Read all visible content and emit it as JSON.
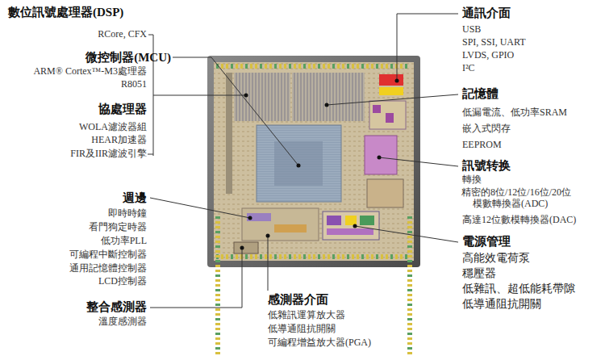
{
  "diagram": {
    "labels": [
      "數位訊號處理器(DSP)",
      "RCore, CFX",
      "微控制器(MCU)",
      "ARM® Cortex™-M3處理器",
      "R8051",
      "協處理器",
      "WOLA濾波器組",
      "HEAR加速器",
      "FIR及IIR濾波引擎",
      "週邊",
      "即時時鐘",
      "看門狗定時器",
      "低功率PLL",
      "可編程中斷控制器",
      "通用記憶體控制器",
      "LCD控制器",
      "整合感測器",
      "溫度感測器",
      "感測器介面",
      "低雜訊運算放大器",
      "低導通阻抗開關",
      "可編程增益放大器(PGA)",
      "通訊介面",
      "USB",
      "SPI, SSI, UART",
      "LVDS, GPIO",
      "I²C",
      "記憶體",
      "低漏電流、低功率SRAM",
      "嵌入式閃存",
      "EEPROM",
      "訊號转换",
      "轉換",
      "精密的8位/12位/16位/20位 模數轉換器(ADC)",
      "高達12位數模轉換器(DAC)",
      "電源管理",
      "高能效電荷泵",
      "穩壓器",
      "低雜訊、超低能耗帶隙",
      "低導通阻抗開關"
    ]
  }
}
